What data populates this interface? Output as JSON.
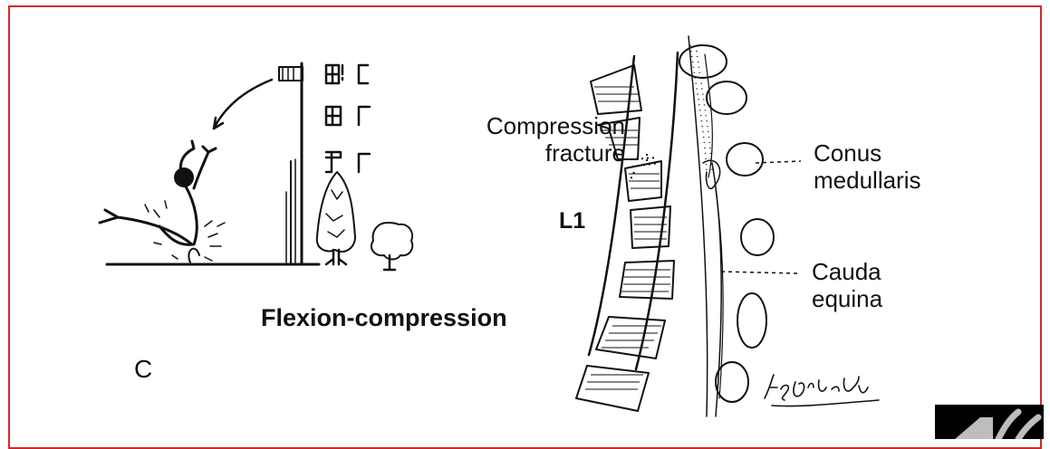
{
  "figure": {
    "panel_letter": "C",
    "mechanism": "Flexion-compression",
    "labels": {
      "compression_line1": "Compression",
      "compression_line2": "fracture",
      "level": "L1",
      "conus_line1": "Conus",
      "conus_line2": "medullaris",
      "cauda_line1": "Cauda",
      "cauda_line2": "equina"
    }
  },
  "colors": {
    "frame": "#cc2a2a",
    "ink": "#111111"
  },
  "icons": {
    "corner": "speaker-icon"
  }
}
